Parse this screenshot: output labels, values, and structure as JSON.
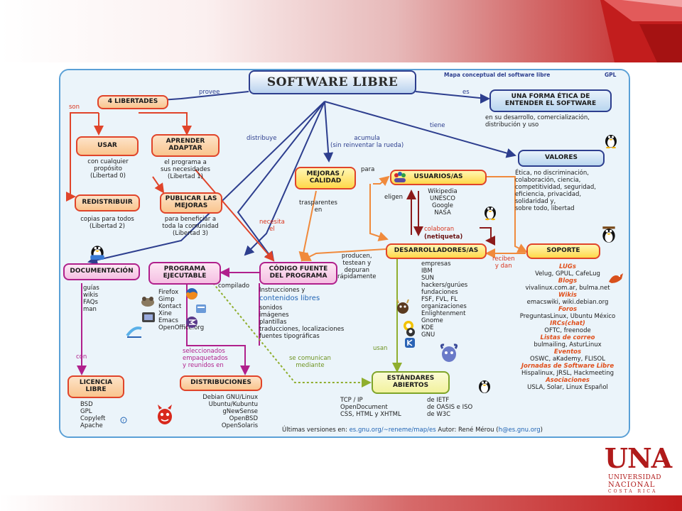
{
  "map": {
    "title": "SOFTWARE LIBRE",
    "caption": "Mapa conceptual del software libre",
    "license_note": "GPL",
    "nodes": {
      "libertades": "4 LIBERTADES",
      "usar": "USAR",
      "aprender": "APRENDER\nADAPTAR",
      "redistribuir": "REDISTRIBUIR",
      "publicar": "PUBLICAR\nLAS MEJORAS",
      "etica": "UNA FORMA ÉTICA DE\nENTENDER EL SOFTWARE",
      "valores": "VALORES",
      "mejoras": "MEJORAS\n/ CALIDAD",
      "usuarios": "USUARIOS/AS",
      "desarrolladores": "DESARROLLADORES/AS",
      "soporte": "SOPORTE",
      "documentacion": "DOCUMENTACIÓN",
      "programa": "PROGRAMA\nEJECUTABLE",
      "codigo": "CÓDIGO FUENTE\nDEL PROGRAMA",
      "licencia": "LICENCIA\nLIBRE",
      "distribuciones": "DISTRIBUCIONES",
      "estandares": "ESTÁNDARES\nABIERTOS"
    },
    "links": {
      "provee": "provee",
      "es": "es",
      "son": "son",
      "distribuye": "distribuye",
      "acumula": "acumula\n(sin reinventar la rueda)",
      "tiene": "tiene",
      "para": "para",
      "eligen": "eligen",
      "trasparentes": "trasparentes\nen",
      "necesita": "necesita\nel",
      "colaboran": "colaboran",
      "netiqueta": "(netiqueta)",
      "producen": "producen,\ntestean y\ndepuran\nrápidamente",
      "reciben": "reciben\ny dan",
      "compilado": "compilado",
      "con": "con",
      "seleccionados": "seleccionados\nempaquetados\ny reunidos en",
      "comunican": "se comunican\nmediante",
      "usan": "usan"
    },
    "texts": {
      "usar_desc": "con cualquier\npropósito\n(Libertad 0)",
      "aprender_desc": "el programa a\nsus necesidades\n(Libertad 1)",
      "redistribuir_desc": "copias para todos\n(Libertad 2)",
      "publicar_desc": "para beneficiar a\ntoda la comunidad\n(Libertad 3)",
      "etica_desc": "en su desarrollo, comercialización,\ndistribución y uso",
      "valores_desc": "Ética, no discriminación,\ncolaboración, ciencia,\ncompetitividad, seguridad,\neficiencia, privacidad,\nsolidaridad  y,\nsobre todo, libertad",
      "usuarios_desc": "Wikipedia\nUNESCO\nGoogle\nNASA",
      "desarrolladores_desc": "empresas\nIBM\nSUN\nhackers/gurúes\nfundaciones\nFSF, FVL, FL\norganizaciones\nEnlightenment\nGnome\nKDE\nGNU",
      "documentacion_desc": "guías\nwikis\nFAQs\nman",
      "programa_desc": "Firefox\nGimp\nKontact\nXine\nEmacs\nOpenOffice.org",
      "codigo_desc_1": "Instrucciones y",
      "codigo_desc_2": "contenidos libres",
      "codigo_desc_3": "sonidos\nimágenes\nplantillas\ntraducciones,  localizaciones\nfuentes tipográficas",
      "licencia_desc": "BSD\nGPL\n  Copyleft\nApache",
      "distribuciones_desc": "Debian GNU/Linux\nUbuntu/Kubuntu\ngNewSense\nOpenBSD\nOpenSolaris",
      "estandares_left": "TCP / IP\nOpenDocument\nCSS, HTML y XHTML",
      "estandares_right": "de IETF\nde OASIS e ISO\nde W3C"
    },
    "support": [
      {
        "cat": "LUGs",
        "items": "Velug, GPUL, CafeLug"
      },
      {
        "cat": "Blogs",
        "items": "vivalinux.com.ar, bulma.net"
      },
      {
        "cat": "Wikis",
        "items": "emacswiki, wiki.debian.org"
      },
      {
        "cat": "Foros",
        "items": "PreguntasLinux, Ubuntu México"
      },
      {
        "cat": "IRCs(chat)",
        "items": "OFTC, freenode"
      },
      {
        "cat": "Listas de correo",
        "items": "bulmailing, AsturLinux"
      },
      {
        "cat": "Eventos",
        "items": "OSWC, aKademy, FLISOL"
      },
      {
        "cat": "Jornadas de Software Libre",
        "items": "Hispalinux, JRSL, Hackmeeting"
      },
      {
        "cat": "Asociaciones",
        "items": "USLA, Solar, Linux Español"
      }
    ],
    "credits": {
      "prefix": "Últimas versiones en:",
      "url": "es.gnu.org/~reneme/map/es",
      "author_prefix": "Autor: René Mérou (",
      "email": "h@es.gnu.org",
      "author_suffix": ")"
    }
  },
  "logo": {
    "short": "UNA",
    "line1": "UNIVERSIDAD",
    "line2": "NACIONAL",
    "line3": "COSTA RICA"
  },
  "colors": {
    "accent_red": "#c21d1d",
    "node_border_red": "#e0442a",
    "node_border_blue": "#2d3e8e",
    "node_border_pink": "#b0208c",
    "map_background": "#ebf4fa"
  }
}
